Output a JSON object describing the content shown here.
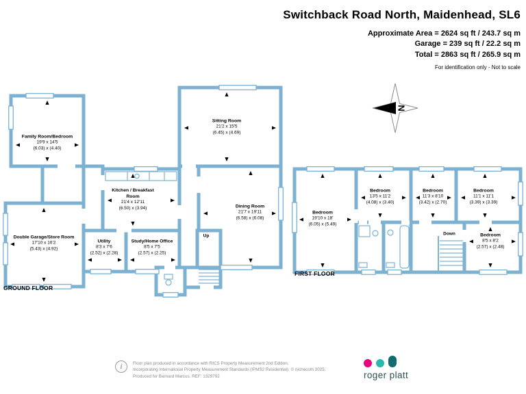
{
  "header": {
    "title": "Switchback Road North, Maidenhead, SL6",
    "area_line1": "Approximate Area = 2624 sq ft / 243.7 sq m",
    "area_line2": "Garage = 239 sq ft / 22.2 sq m",
    "area_line3": "Total = 2863 sq ft / 265.9 sq m",
    "disclaimer": "For identification only - Not to scale"
  },
  "compass": {
    "n": "N"
  },
  "ground_floor": {
    "label": "GROUND FLOOR",
    "stairs_label": "Up",
    "rooms": [
      {
        "name": "Family Room/Bedroom",
        "ft": "19'9 x 14'5",
        "m": "(6.03) x (4.40)"
      },
      {
        "name": "Sitting Room",
        "ft": "21'2 x 15'5",
        "m": "(6.45) x (4.69)"
      },
      {
        "name": "Kitchen / Breakfast Room",
        "ft": "21'4 x 12'11",
        "m": "(6.50) x (3.94)"
      },
      {
        "name": "Dining Room",
        "ft": "21'7 x 19'11",
        "m": "(6.58) x (6.08)"
      },
      {
        "name": "Double Garage/Store Room",
        "ft": "17'10 x 16'2",
        "m": "(5.43) x (4.92)"
      },
      {
        "name": "Utility",
        "ft": "8'3 x 7'6",
        "m": "(2.52) x (2.28)"
      },
      {
        "name": "Study/Home Office",
        "ft": "8'5 x 7'5",
        "m": "(2.57) x (2.25)"
      }
    ]
  },
  "first_floor": {
    "label": "FIRST FLOOR",
    "stairs_label": "Down",
    "rooms": [
      {
        "name": "Bedroom",
        "ft": "19'10 x 18'",
        "m": "(6.05) x (5.49)"
      },
      {
        "name": "Bedroom",
        "ft": "13'5 x 11'2",
        "m": "(4.08) x (3.40)"
      },
      {
        "name": "Bedroom",
        "ft": "11'3 x 8'10",
        "m": "(3.42) x (2.70)"
      },
      {
        "name": "Bedroom",
        "ft": "11'1 x 11'1",
        "m": "(3.39) x (3.39)"
      },
      {
        "name": "Bedroom",
        "ft": "8'5 x 8'2",
        "m": "(2.57) x (2.48)"
      }
    ]
  },
  "footer": {
    "info_icon": "i",
    "line1": "Floor plan produced in accordance with RICS Property Measurement 2nd Edition,",
    "line2": "Incorporating International Property Measurement Standards (IPMS2 Residential).  © nichecom 2025.",
    "line3": "Produced for Barnard Marcus.  REF: 1329792",
    "logo_text": "roger platt"
  },
  "colors": {
    "wall": "#7cb1d2",
    "logo_pink": "#e5067d",
    "logo_teal": "#2ab7ae",
    "logo_dark": "#0f6b6e"
  }
}
